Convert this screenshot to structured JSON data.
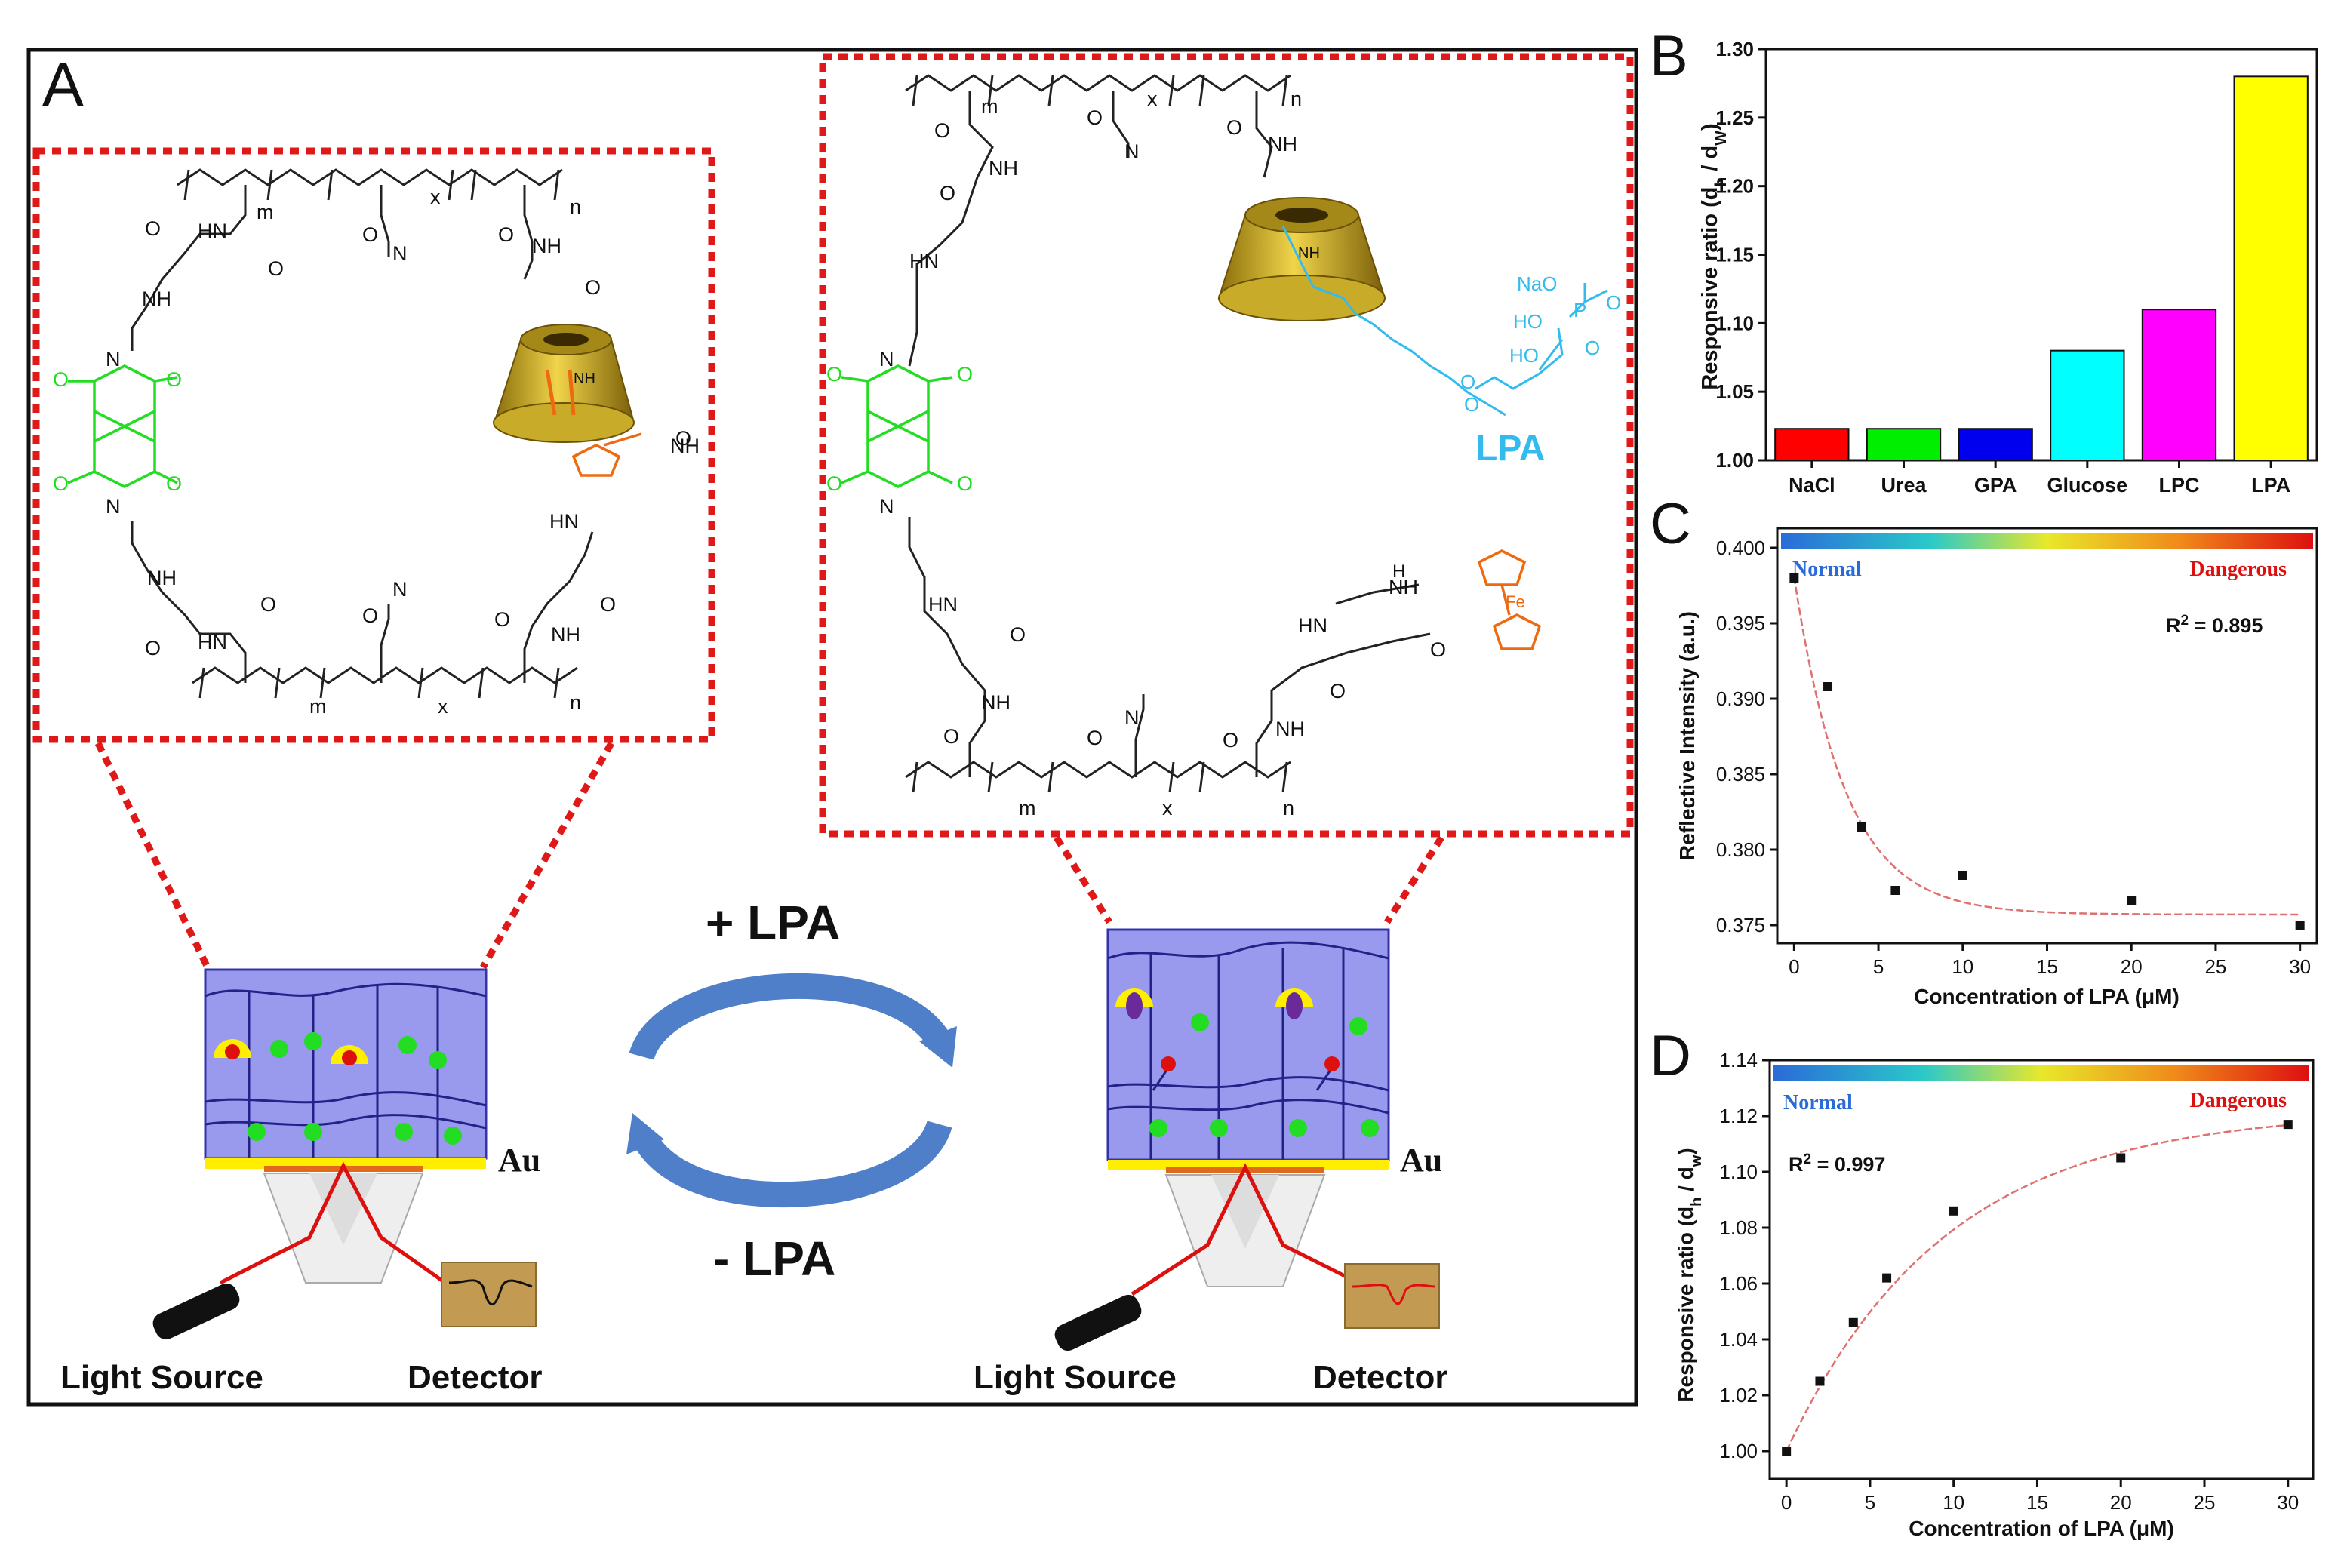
{
  "panel_a": {
    "label": "A",
    "au_label": "Au",
    "plus_label": "+ LPA",
    "minus_label": "- LPA",
    "light_source_label": "Light Source",
    "detector_label": "Detector",
    "lpa_tag": "LPA",
    "chem": {
      "m": "m",
      "x": "x",
      "n": "n",
      "nh": "NH",
      "hn": "HN",
      "n_atom": "N",
      "o_atom": "O",
      "h_atom": "H",
      "nao": "NaO",
      "ho": "HO",
      "p_atom": "P",
      "fe": "Fe"
    },
    "colors": {
      "frame_red": "#e01818",
      "hydrogel": "#9999ee",
      "gold": "#ffee00",
      "green": "#22dd22",
      "cd_yellow": "#d4b222",
      "ferrocene": "#ee6a10",
      "lpa_blue": "#33bbee"
    }
  },
  "chart_data": [
    {
      "panel": "B",
      "type": "bar",
      "categories": [
        "NaCl",
        "Urea",
        "GPA",
        "Glucose",
        "LPC",
        "LPA"
      ],
      "values": [
        1.023,
        1.023,
        1.023,
        1.08,
        1.11,
        1.28
      ],
      "colors": [
        "#ff0000",
        "#00ee00",
        "#0000ee",
        "#00ffff",
        "#ff00ff",
        "#ffff00"
      ],
      "ylabel": "Responsive ratio (d",
      "ylabel_sub1": "h",
      "ylabel_mid": " / d",
      "ylabel_sub2": "W",
      "ylabel_end": ")",
      "ylim": [
        1.0,
        1.3
      ],
      "yticks": [
        "1.00",
        "1.05",
        "1.10",
        "1.15",
        "1.20",
        "1.25",
        "1.30"
      ]
    },
    {
      "panel": "C",
      "type": "scatter",
      "x": [
        0,
        2,
        4,
        6,
        10,
        20,
        30
      ],
      "y": [
        0.398,
        0.3908,
        0.3815,
        0.3773,
        0.3783,
        0.3766,
        0.375
      ],
      "xlabel": "Concentration of LPA (μM)",
      "ylabel": "Reflective Intensity (a.u.)",
      "xlim": [
        -1,
        31
      ],
      "ylim": [
        0.3738,
        0.4013
      ],
      "xticks": [
        "0",
        "5",
        "10",
        "15",
        "20",
        "25",
        "30"
      ],
      "yticks": [
        "0.375",
        "0.380",
        "0.385",
        "0.390",
        "0.395",
        "0.400"
      ],
      "fit": {
        "a": 0.0224,
        "k": 0.33,
        "c": 0.3757
      },
      "r2_text": "R",
      "r2_sup": "2",
      "r2_value": " = 0.895",
      "normal_label": "Normal",
      "dangerous_label": "Dangerous"
    },
    {
      "panel": "D",
      "type": "scatter",
      "x": [
        0,
        2,
        4,
        6,
        10,
        20,
        30
      ],
      "y": [
        1.0,
        1.025,
        1.046,
        1.062,
        1.086,
        1.105,
        1.117
      ],
      "xlabel": "Concentration of LPA (μM)",
      "ylabel": "Responsive ratio (d",
      "ylabel_sub1": "h",
      "ylabel_mid": " / d",
      "ylabel_sub2": "w",
      "ylabel_end": ")",
      "xlim": [
        -1,
        31.5
      ],
      "ylim": [
        0.99,
        1.14
      ],
      "xticks": [
        "0",
        "5",
        "10",
        "15",
        "20",
        "25",
        "30"
      ],
      "yticks": [
        "1.00",
        "1.02",
        "1.04",
        "1.06",
        "1.08",
        "1.10",
        "1.12",
        "1.14"
      ],
      "fit": {
        "a": 0.122,
        "k": 0.105,
        "c": 1.122
      },
      "r2_text": "R",
      "r2_sup": "2",
      "r2_value": " = 0.997",
      "normal_label": "Normal",
      "dangerous_label": "Dangerous"
    }
  ]
}
